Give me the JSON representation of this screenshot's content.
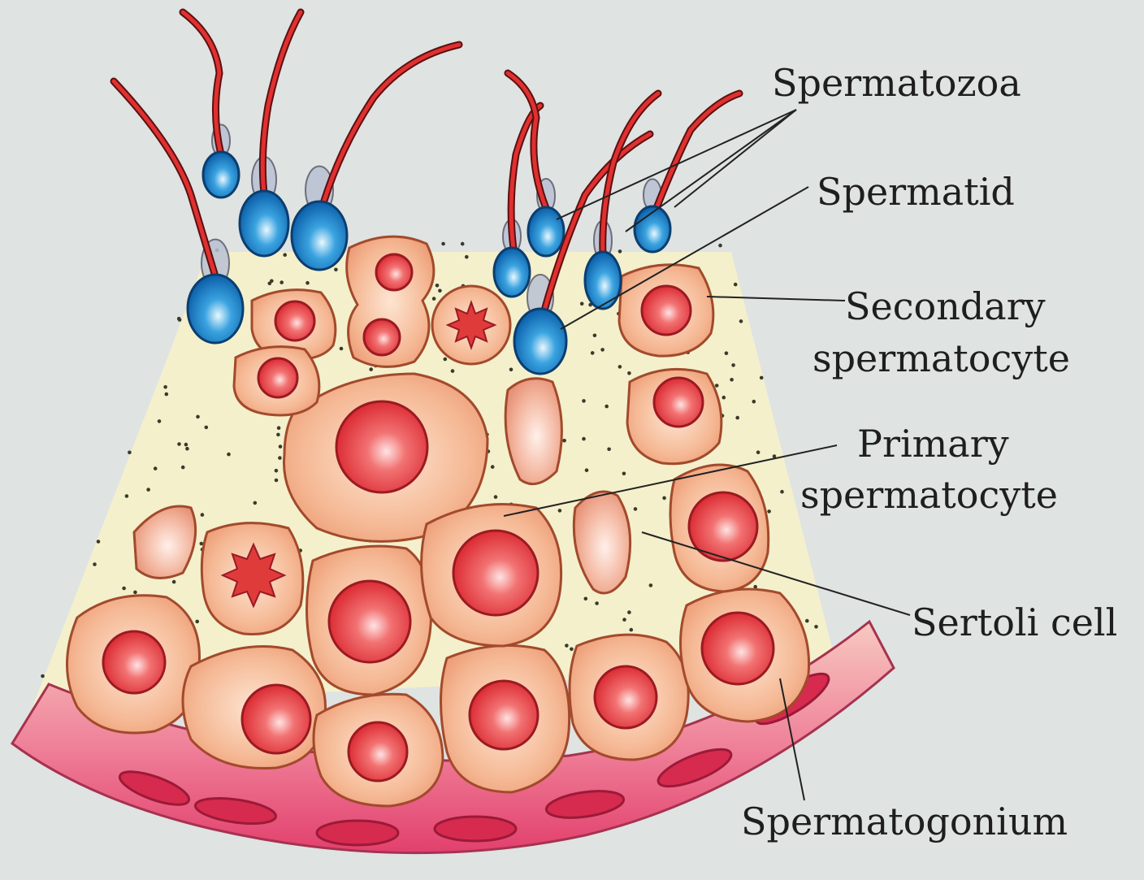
{
  "labels": {
    "spermatozoa": "Spermatozoa",
    "spermatid": "Spermatid",
    "secondary_1": "Secondary",
    "secondary_2": "spermatocyte",
    "primary_1": "Primary",
    "primary_2": "spermatocyte",
    "sertoli": "Sertoli cell",
    "spermatogonium": "Spermatogonium"
  },
  "colors": {
    "background": "#dfe3e2",
    "tubule_fill": "#f4f0cc",
    "cell_fill": "#f2b48f",
    "cell_edge": "#a24a2c",
    "nucleus": "#e23b3e",
    "sperm_head": "#1e86cc",
    "flagellum": "#d52a2a",
    "basement": "#e9557a"
  }
}
